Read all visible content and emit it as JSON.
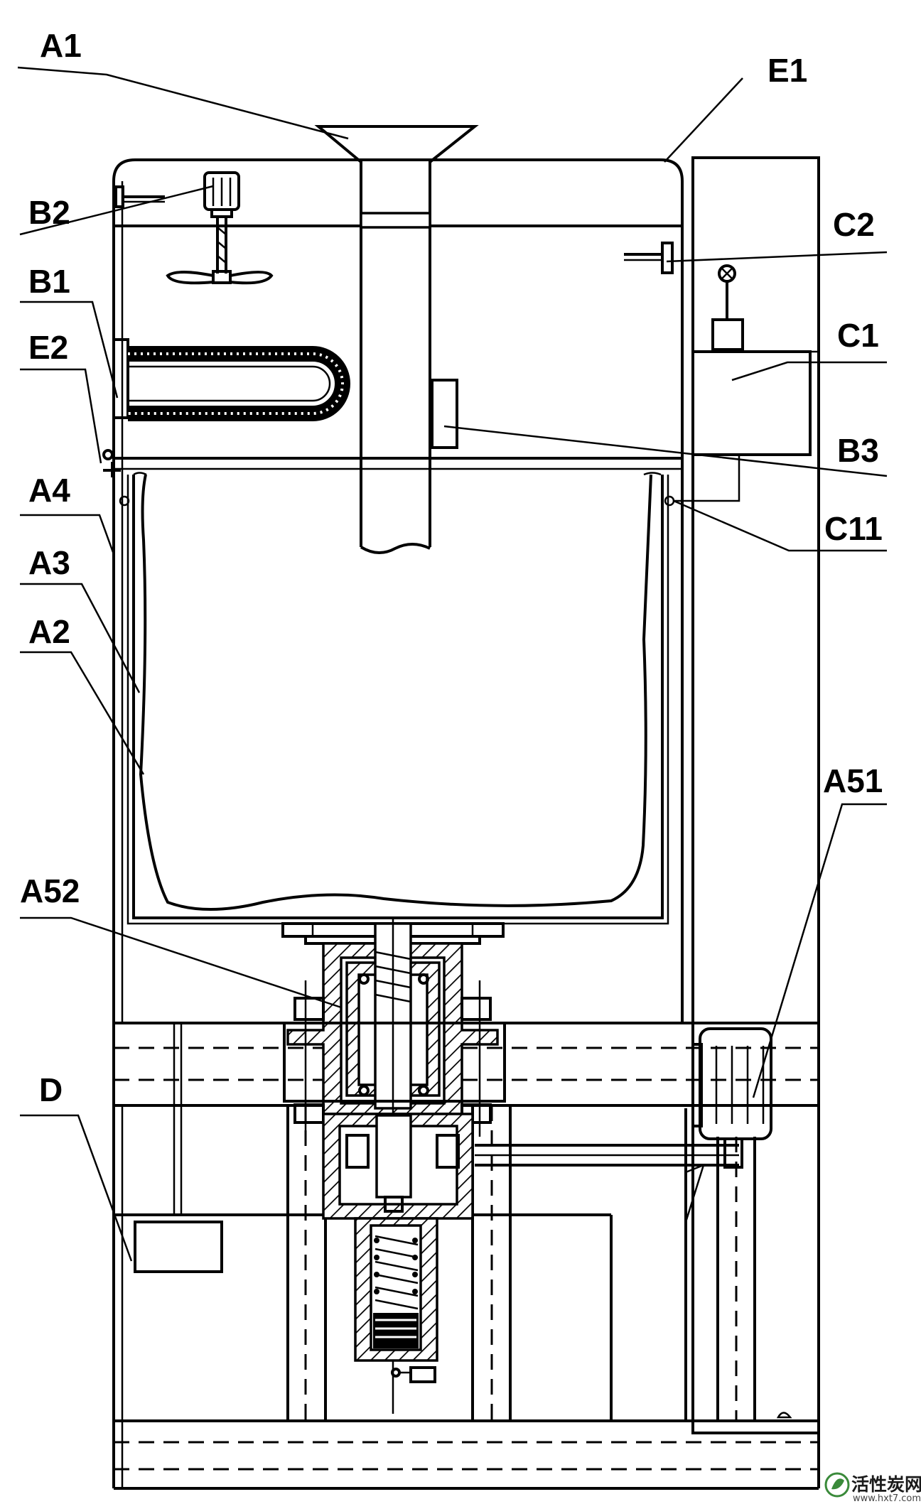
{
  "labels": {
    "A1": "A1",
    "E1": "E1",
    "B2": "B2",
    "C2": "C2",
    "B1": "B1",
    "C1": "C1",
    "E2": "E2",
    "B3": "B3",
    "A4": "A4",
    "C11": "C11",
    "A3": "A3",
    "A2": "A2",
    "A51": "A51",
    "A52": "A52",
    "D": "D"
  },
  "watermark": {
    "text": "活性炭网",
    "url": "www.hxt7.com"
  },
  "colors": {
    "line": "#000000",
    "background": "#ffffff",
    "watermark_icon": "#3a8a3a"
  }
}
